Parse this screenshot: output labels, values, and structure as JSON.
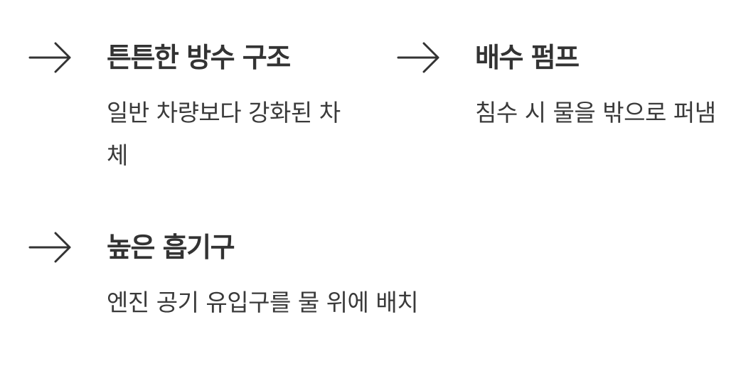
{
  "colors": {
    "background": "#ffffff",
    "text": "#333333",
    "arrow": "#333333"
  },
  "features": [
    {
      "icon": "arrow-right-icon",
      "title": "튼튼한 방수 구조",
      "description": "일반 차량보다 강화된 차체"
    },
    {
      "icon": "arrow-right-icon",
      "title": "배수 펌프",
      "description": "침수 시 물을 밖으로 퍼냄"
    },
    {
      "icon": "arrow-right-icon",
      "title": "높은 흡기구",
      "description": "엔진 공기 유입구를 물 위에 배치"
    }
  ]
}
